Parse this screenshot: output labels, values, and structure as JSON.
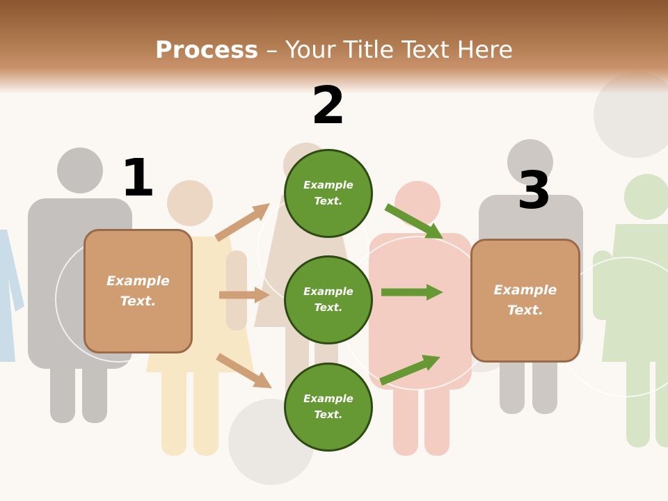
{
  "title": {
    "bold": "Process",
    "rest": " – Your Title Text Here"
  },
  "steps": [
    {
      "number": "1"
    },
    {
      "number": "2"
    },
    {
      "number": "3"
    }
  ],
  "left_box": {
    "label": "Example\nText."
  },
  "circles": [
    {
      "label": "Example\nText."
    },
    {
      "label": "Example\nText."
    },
    {
      "label": "Example\nText."
    }
  ],
  "right_box": {
    "label": "Example\nText."
  },
  "colors": {
    "header": "#a86f45",
    "box_fill": "#d09c72",
    "box_border": "#9a6a48",
    "circle_fill": "#669933",
    "circle_border": "#2e4a14",
    "arrow_brown": "#cf9f78",
    "arrow_green": "#669933"
  }
}
